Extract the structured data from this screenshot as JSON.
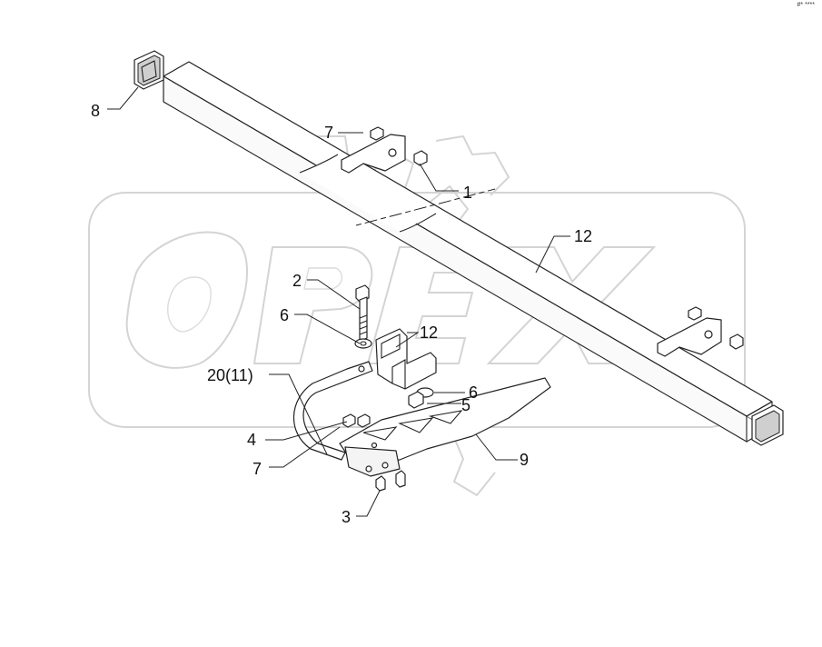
{
  "corner_code": "#* ****",
  "watermark": {
    "text": "OPEX"
  },
  "callouts": [
    {
      "id": "c8",
      "text": "8"
    },
    {
      "id": "c7a",
      "text": "7"
    },
    {
      "id": "c1",
      "text": "1"
    },
    {
      "id": "c12a",
      "text": "12"
    },
    {
      "id": "c2",
      "text": "2"
    },
    {
      "id": "c6a",
      "text": "6"
    },
    {
      "id": "c12b",
      "text": "12"
    },
    {
      "id": "c20",
      "text": "20(11)"
    },
    {
      "id": "c6b",
      "text": "6"
    },
    {
      "id": "c5",
      "text": "5"
    },
    {
      "id": "c4",
      "text": "4"
    },
    {
      "id": "c7b",
      "text": "7"
    },
    {
      "id": "c9",
      "text": "9"
    },
    {
      "id": "c3",
      "text": "3"
    }
  ]
}
